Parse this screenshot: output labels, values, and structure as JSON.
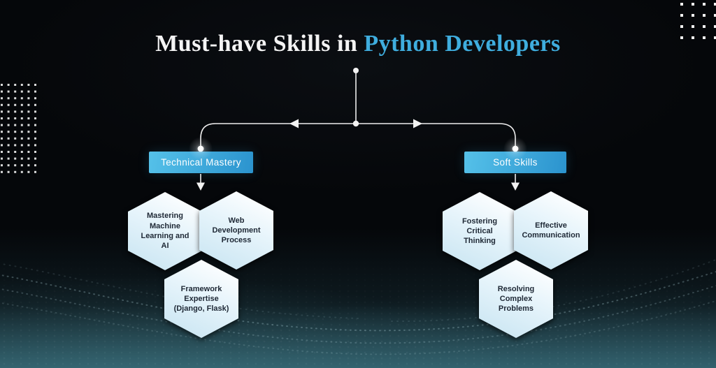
{
  "title": {
    "prefix": "Must-have Skills in",
    "highlight": "Python Developers"
  },
  "colors": {
    "accent": "#3fadde",
    "branch_gradient_start": "#55c1e9",
    "branch_gradient_end": "#2b93ce",
    "hex_gradient_mid": "#e6f4fb",
    "hex_gradient_end": "#c9e5f2",
    "hex_text": "#1e2835",
    "line": "#ededed",
    "wave_teal": "#2e5a66"
  },
  "branches": [
    {
      "label": "Technical Mastery",
      "skills": [
        {
          "lines": [
            "Mastering",
            "Machine",
            "Learning and",
            "AI"
          ]
        },
        {
          "lines": [
            "Web",
            "Development",
            "Process"
          ]
        },
        {
          "lines": [
            "Framework",
            "Expertise",
            "(Django, Flask)"
          ]
        }
      ]
    },
    {
      "label": "Soft Skills",
      "skills": [
        {
          "lines": [
            "Fostering",
            "Critical",
            "Thinking"
          ]
        },
        {
          "lines": [
            "Effective",
            "Communication"
          ]
        },
        {
          "lines": [
            "Resolving",
            "Complex",
            "Problems"
          ]
        }
      ]
    }
  ]
}
